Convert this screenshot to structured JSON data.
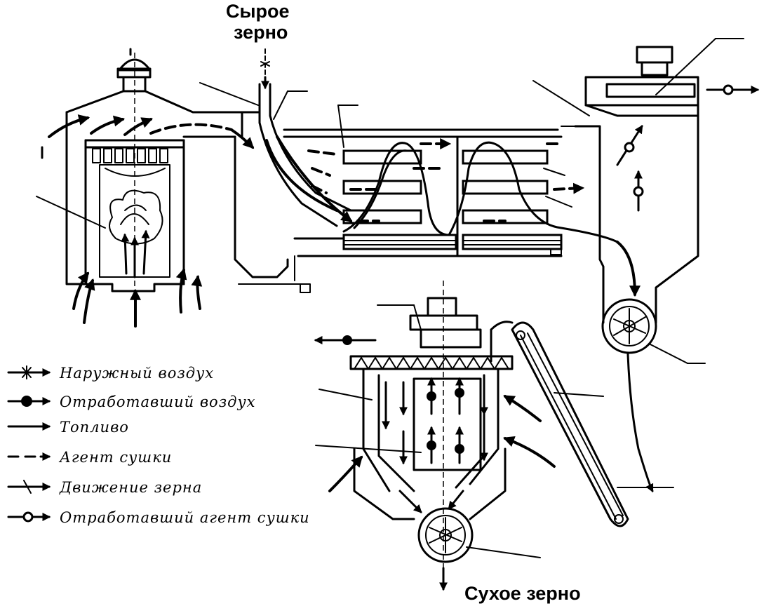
{
  "labels": {
    "raw_grain": [
      "Сырое",
      "зерно"
    ],
    "dry_grain": "Сухое зерно"
  },
  "legend": [
    {
      "icon": "outside-air-icon",
      "text": "Наружный воздух"
    },
    {
      "icon": "spent-air-icon",
      "text": "Отработавший воздух"
    },
    {
      "icon": "fuel-icon",
      "text": "Топливо"
    },
    {
      "icon": "drying-agent-icon",
      "text": "Агент сушки"
    },
    {
      "icon": "grain-movement-icon",
      "text": "Движение зерна"
    },
    {
      "icon": "spent-drying-agent-icon",
      "text": "Отработавший агент сушки"
    }
  ]
}
